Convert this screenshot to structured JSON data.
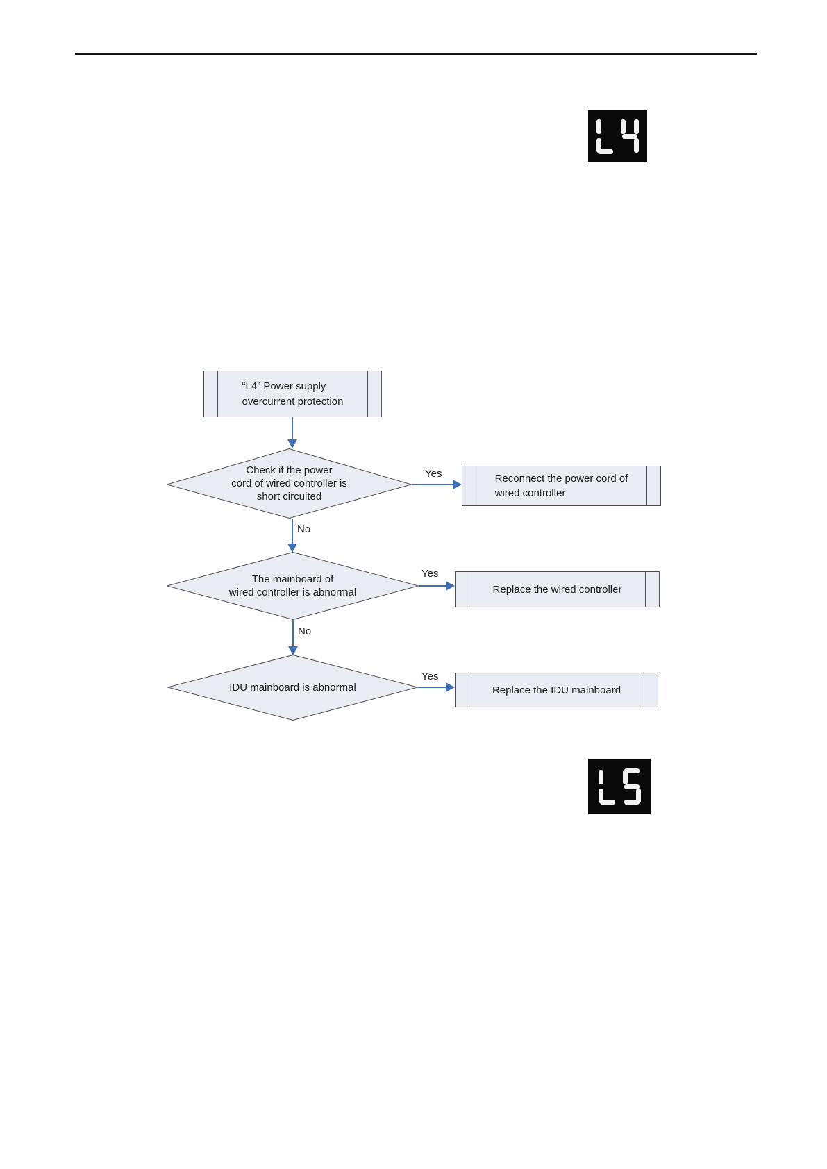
{
  "colors": {
    "arrow_blue": "#3f6eb5",
    "node_fill": "#e9edf3",
    "node_border": "#4d4d4d",
    "display_bg": "#0a0a0a",
    "display_segment": "#f2f2f2",
    "text_color": "#1c1c1c",
    "rule_color": "#111111"
  },
  "displays": [
    {
      "name": "error-code-display-L4",
      "value": "L4"
    },
    {
      "name": "error-code-display-L5",
      "value": "L5"
    }
  ],
  "flowchart": {
    "start": {
      "text": "“L4” Power supply\novercurrent protection"
    },
    "decision1": {
      "text": "Check if the power\ncord of wired controller is\nshort circuited",
      "yes_label": "Yes",
      "no_label": "No"
    },
    "action1": {
      "text": "Reconnect the power cord of\nwired controller"
    },
    "decision2": {
      "text": "The mainboard of\nwired controller is abnormal",
      "yes_label": "Yes",
      "no_label": "No"
    },
    "action2": {
      "text": "Replace the wired controller"
    },
    "decision3": {
      "text": "IDU mainboard is abnormal",
      "yes_label": "Yes"
    },
    "action3": {
      "text": "Replace the IDU mainboard"
    }
  }
}
